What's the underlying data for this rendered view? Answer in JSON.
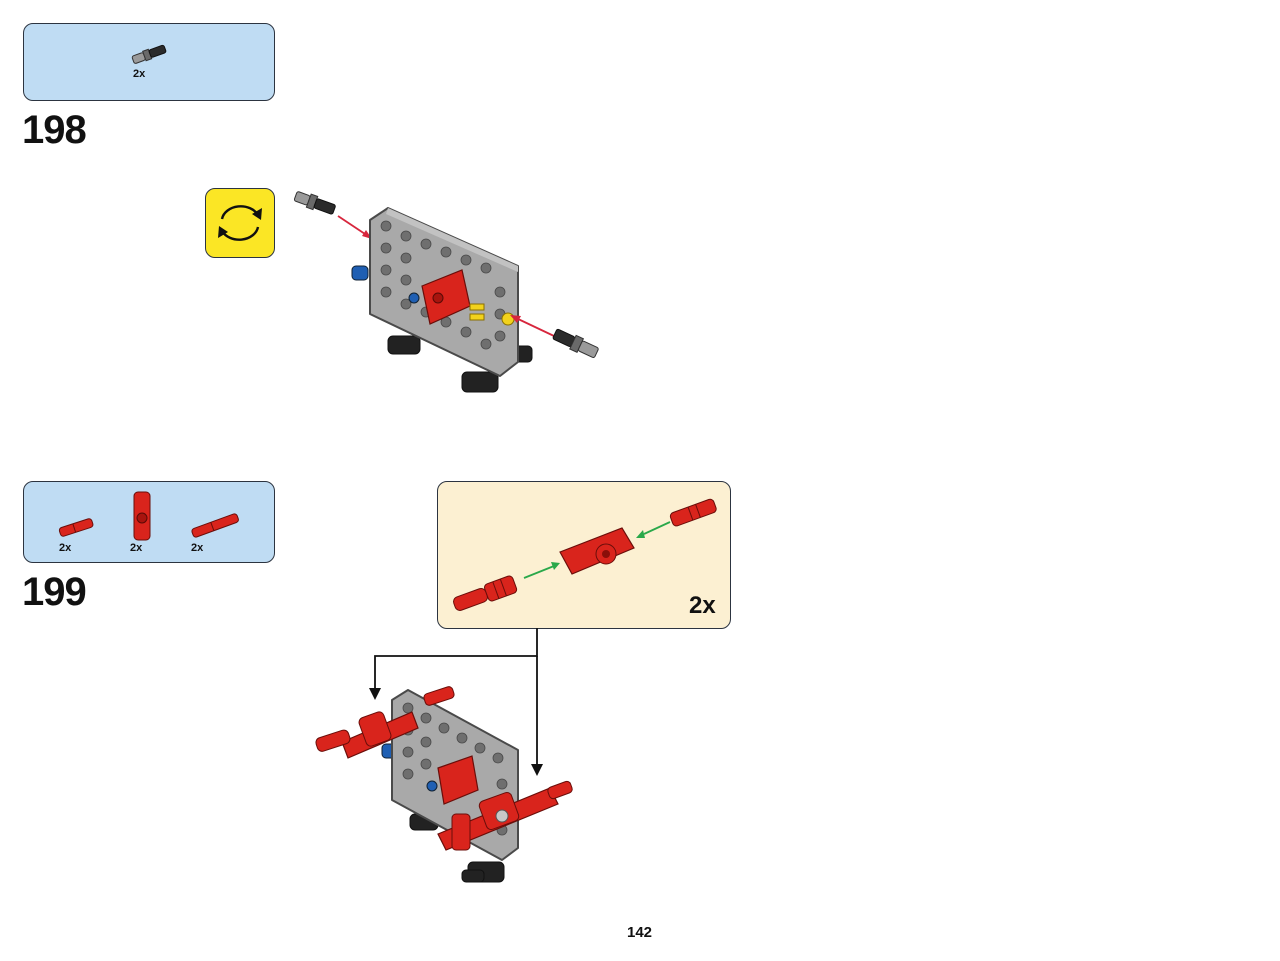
{
  "page": {
    "number": "142"
  },
  "steps": [
    {
      "number": "198",
      "parts": [
        {
          "quantity": "2x",
          "name": "black-grey-axle-pin-icon"
        }
      ],
      "rotate_model": true
    },
    {
      "number": "199",
      "parts": [
        {
          "quantity": "2x",
          "name": "red-axle-pin-icon"
        },
        {
          "quantity": "2x",
          "name": "red-cross-block-icon"
        },
        {
          "quantity": "2x",
          "name": "red-long-axle-pin-icon"
        }
      ],
      "submodel": {
        "quantity": "2x"
      }
    }
  ],
  "colors": {
    "parts_box": "#bfdcf3",
    "submodel_box": "#fcf0d2",
    "rotate_icon": "#fbe625",
    "brick_red": "#d9241c",
    "frame_grey": "#a9a9a9",
    "insert_arrow_red": "#d7263d",
    "submodel_arrow_green": "#2aa84a"
  }
}
